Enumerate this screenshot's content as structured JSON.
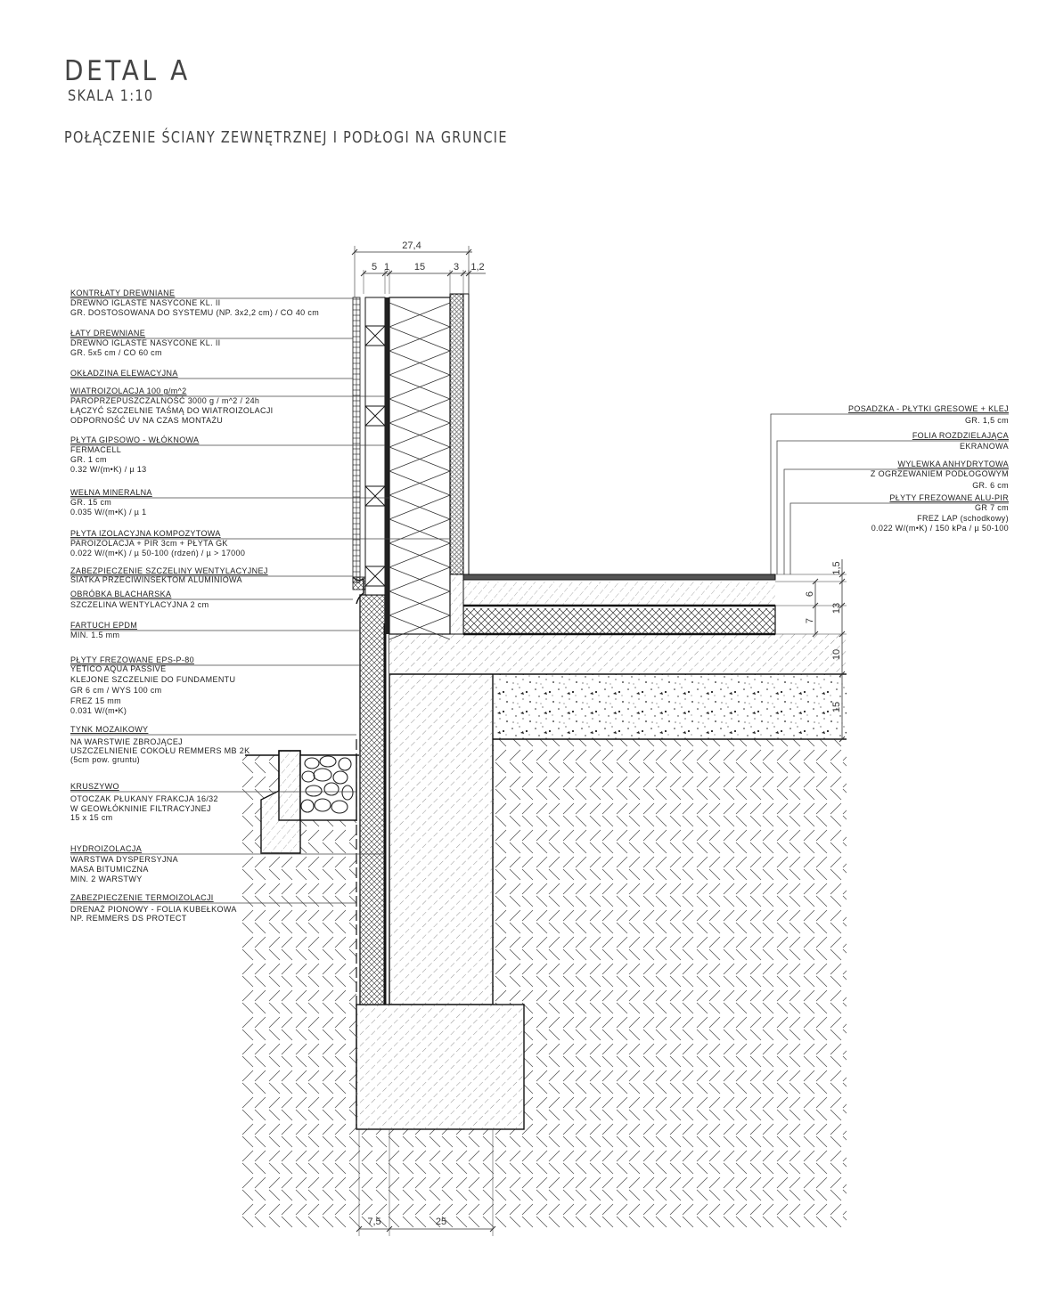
{
  "header": {
    "title": "DETAL A",
    "scale": "SKALA 1:10",
    "subtitle": "POŁĄCZENIE ŚCIANY ZEWNĘTRZNEJ I PODŁOGI NA GRUNCIE"
  },
  "wall_labels": [
    {
      "heading": "KONTRŁATY DREWNIANE",
      "lines": [
        "DREWNO IGLASTE NASYCONE KL. II",
        "GR. DOSTOSOWANA DO SYSTEMU (NP. 3x2,2 cm) / CO 40 cm"
      ]
    },
    {
      "heading": "ŁATY DREWNIANE",
      "lines": [
        "DREWNO IGLASTE NASYCONE KL. II",
        "GR. 5x5 cm / CO 60 cm"
      ]
    },
    {
      "heading": "OKŁADZINA ELEWACYJNA",
      "lines": []
    },
    {
      "heading": "WIATROIZOLACJA 100 g/m^2",
      "lines": [
        "PAROPRZEPUSZCZALNOŚĆ 3000 g / m^2 / 24h",
        "ŁĄCZYĆ SZCZELNIE TAŚMĄ DO WIATROIZOLACJI",
        "ODPORNOŚĆ UV NA CZAS MONTAŻU"
      ]
    },
    {
      "heading": "PŁYTA GIPSOWO - WŁÓKNOWA",
      "lines": [
        "FERMACELL",
        "GR. 1 cm",
        "0.32 W/(m•K) / µ 13"
      ]
    },
    {
      "heading": "WEŁNA MINERALNA",
      "lines": [
        "GR. 15 cm",
        "0.035 W/(m•K) / µ 1"
      ]
    },
    {
      "heading": "PŁYTA IZOLACYJNA KOMPOZYTOWA",
      "lines": [
        "PAROIZOLACJA + PIR 3cm + PŁYTA GK",
        "0.022 W/(m•K) / µ 50-100 (rdzeń) /  µ > 17000"
      ]
    },
    {
      "heading": "ZABEZPIECZENIE SZCZELINY WENTYLACYJNEJ",
      "lines": [
        "SIATKA PRZECIWINSEKTOM ALUMINIOWA"
      ]
    },
    {
      "heading": "OBRÓBKA BLACHARSKA",
      "lines": [
        "SZCZELINA WENTYLACYJNA 2 cm"
      ]
    },
    {
      "heading": "FARTUCH EPDM",
      "lines": [
        "MIN. 1.5 mm"
      ]
    },
    {
      "heading": "PŁYTY FREZOWANE EPS-P-80",
      "lines": [
        "YETICO AQUA PASSIVE",
        "KLEJONE SZCZELNIE DO FUNDAMENTU",
        "GR 6 cm / WYS 100 cm",
        "FREZ 15 mm",
        "0.031 W/(m•K)"
      ]
    },
    {
      "heading": "TYNK MOZAIKOWY",
      "lines": [
        "NA WARSTWIE ZBROJĄCEJ",
        "USZCZELNIENIE COKOŁU REMMERS MB 2K",
        "(5cm pow. gruntu)"
      ]
    },
    {
      "heading": "KRUSZYWO",
      "lines": [
        "OTOCZAK PŁUKANY FRAKCJA 16/32",
        "W GEOWŁÓKNINIE FILTRACYJNEJ",
        "15 x 15 cm"
      ]
    },
    {
      "heading": "HYDROIZOLACJA",
      "lines": [
        "WARSTWA DYSPERSYJNA",
        "MASA BITUMICZNA",
        "MIN. 2 WARSTWY"
      ]
    },
    {
      "heading": "ZABEZPIECZENIE TERMOIZOLACJI",
      "lines": [
        "DRENAŻ PIONOWY - FOLIA KUBEŁKOWA",
        "NP. REMMERS DS PROTECT"
      ]
    }
  ],
  "floor_labels": [
    {
      "heading": "POSADZKA - PŁYTKI GRESOWE + KLEJ",
      "lines": [
        "GR. 1,5 cm"
      ]
    },
    {
      "heading": "FOLIA ROZDZIELAJĄCA",
      "lines": [
        "EKRANOWA"
      ]
    },
    {
      "heading": "WYLEWKA ANHYDRYTOWA",
      "lines": [
        "Z OGRZEWANIEM PODŁOGOWYM",
        "GR. 6 cm"
      ]
    },
    {
      "heading": "PŁYTY FREZOWANE ALU-PIR",
      "lines": [
        "GR 7 cm",
        "FREZ LAP (schodkowy)",
        "0.022 W/(m•K) / 150 kPa / µ 50-100"
      ]
    }
  ],
  "dimensions": {
    "top_total": "27,4",
    "top_parts": [
      "5",
      "1",
      "15",
      "3",
      "1,2"
    ],
    "right": [
      "1,5",
      "6",
      "7",
      "13",
      "10",
      "15"
    ],
    "bottom": [
      "7,5",
      "25"
    ]
  }
}
